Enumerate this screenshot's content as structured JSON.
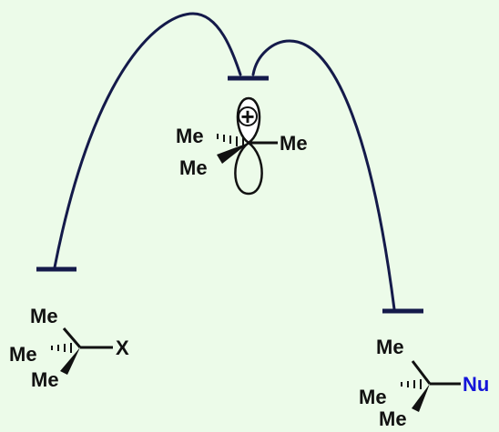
{
  "colors": {
    "background": "#ecfbe9",
    "line": "#141a4a",
    "text": "#111111",
    "nucleophile": "#1414d8"
  },
  "icons": {
    "cation_charge": "plus-in-circle",
    "p_orbital": "empty-p-orbital"
  },
  "reactant": {
    "me_top": "Me",
    "me_hash": "Me",
    "me_wedge": "Me",
    "leaving_group": "X"
  },
  "intermediate": {
    "charge": "+",
    "me_hash": "Me",
    "me_wedge": "Me",
    "me_right": "Me"
  },
  "product": {
    "me_top": "Me",
    "me_hash": "Me",
    "me_wedge": "Me",
    "nucleophile": "Nu"
  }
}
